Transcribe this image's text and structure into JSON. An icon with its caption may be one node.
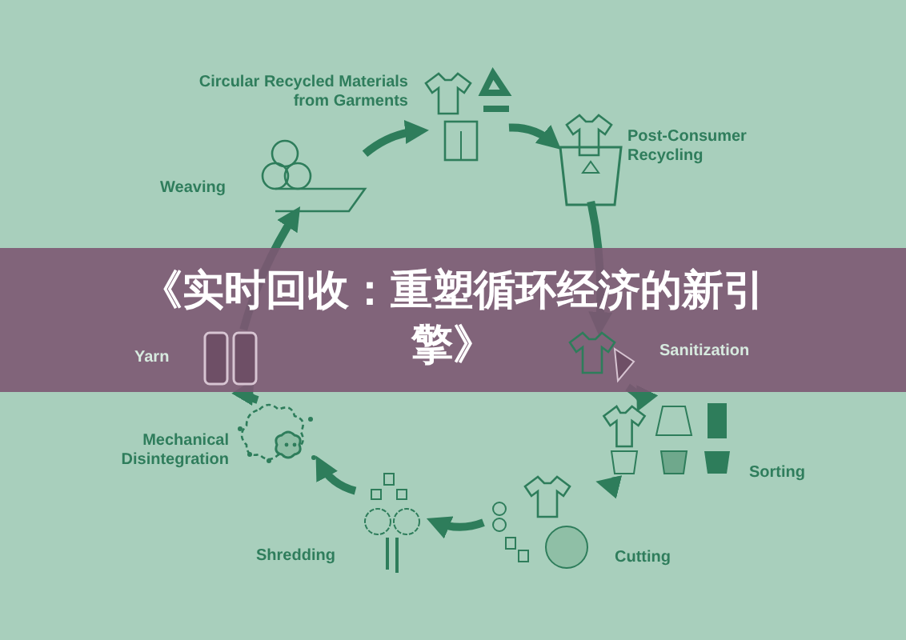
{
  "diagram": {
    "title": "《实时回收：重塑循环经济的新引擎》",
    "nodes": [
      {
        "text": [],
        "shape": "picture",
        "beside": [
          "Circular Recycled Materials from Garments"
        ]
      },
      {
        "text": [],
        "shape": "picture",
        "beside": [
          "Post-Consumer Recycling"
        ]
      },
      {
        "text": [],
        "shape": "picture",
        "beside": [
          "Sanitization"
        ]
      },
      {
        "text": [],
        "shape": "picture",
        "beside": [
          "Sorting"
        ]
      },
      {
        "text": [],
        "shape": "picture",
        "beside": [
          "Cutting"
        ]
      },
      {
        "text": [],
        "shape": "picture",
        "beside": [
          "Shredding"
        ]
      },
      {
        "text": [],
        "shape": "picture",
        "beside": [
          "Mechanical Disintegration"
        ]
      },
      {
        "text": [],
        "shape": "picture",
        "beside": [
          "Yarn"
        ]
      },
      {
        "text": [],
        "shape": "picture",
        "beside": [
          "Weaving"
        ]
      }
    ],
    "edges": [
      {
        "from": 0,
        "to": 1,
        "arrow": "to"
      },
      {
        "from": 1,
        "to": 2,
        "arrow": "to"
      },
      {
        "from": 2,
        "to": 3,
        "arrow": "to"
      },
      {
        "from": 3,
        "to": 4,
        "arrow": "to"
      },
      {
        "from": 4,
        "to": 5,
        "arrow": "to"
      },
      {
        "from": 5,
        "to": 6,
        "arrow": "to"
      },
      {
        "from": 6,
        "to": 7,
        "arrow": "to"
      },
      {
        "from": 7,
        "to": 8,
        "arrow": "to"
      },
      {
        "from": 8,
        "to": 0,
        "arrow": "to"
      }
    ]
  }
}
